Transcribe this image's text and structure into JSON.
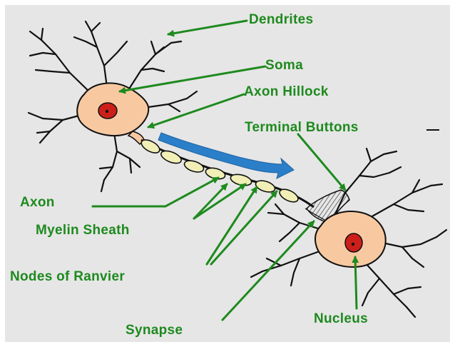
{
  "labels": {
    "dendrites": "Dendrites",
    "soma": "Soma",
    "axon_hillock": "Axon Hillock",
    "terminal_buttons": "Terminal Buttons",
    "axon": "Axon",
    "myelin_sheath": "Myelin Sheath",
    "nodes_of_ranvier": "Nodes of Ranvier",
    "synapse": "Synapse",
    "nucleus": "Nucleus"
  },
  "colors": {
    "background": "#e6e6e6",
    "label_text": "#1e8a1e",
    "label_arrow": "#1e8a1e",
    "cell_body": "#f8c9a1",
    "nucleus": "#cc1f1a",
    "myelin": "#f1efb6",
    "signal_arrow": "#2b7fc9"
  }
}
